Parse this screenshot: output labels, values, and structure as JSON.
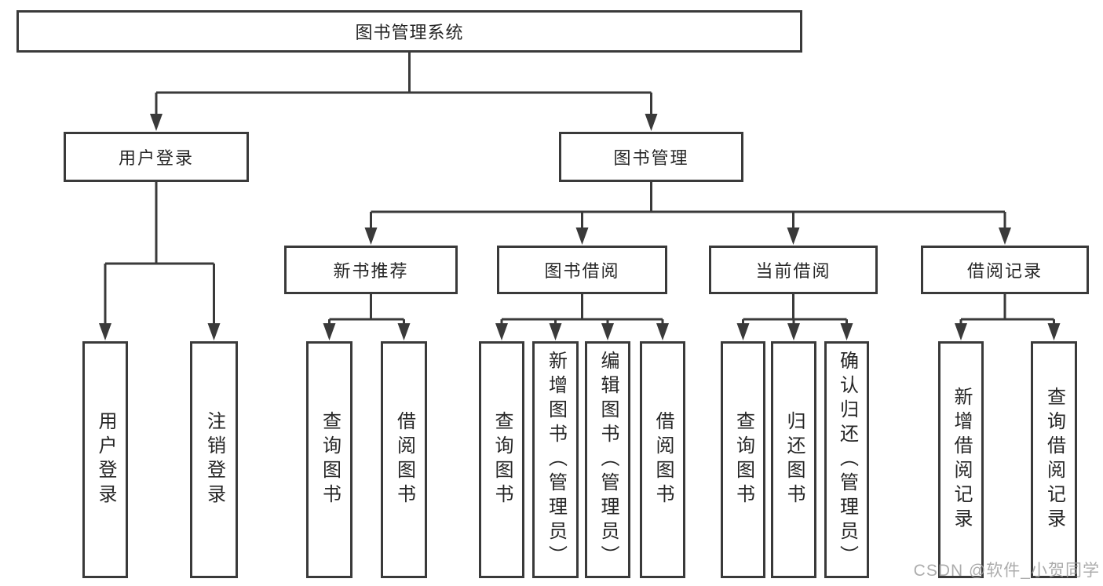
{
  "diagram": {
    "root": {
      "label": "图书管理系统"
    },
    "branches": [
      {
        "label": "用户登录",
        "children": [
          {
            "label": "用户登录"
          },
          {
            "label": "注销登录"
          }
        ]
      },
      {
        "label": "图书管理",
        "children": [
          {
            "label": "新书推荐",
            "children": [
              {
                "label": "查询图书"
              },
              {
                "label": "借阅图书"
              }
            ]
          },
          {
            "label": "图书借阅",
            "children": [
              {
                "label": "查询图书"
              },
              {
                "label": "新增图书（管理员）"
              },
              {
                "label": "编辑图书（管理员）"
              },
              {
                "label": "借阅图书"
              }
            ]
          },
          {
            "label": "当前借阅",
            "children": [
              {
                "label": "查询图书"
              },
              {
                "label": "归还图书"
              },
              {
                "label": "确认归还（管理员）"
              }
            ]
          },
          {
            "label": "借阅记录",
            "children": [
              {
                "label": "新增借阅记录"
              },
              {
                "label": "查询借阅记录"
              }
            ]
          }
        ]
      }
    ]
  },
  "watermark": {
    "text": "CSDN @软件_小贺同学"
  },
  "colors": {
    "line": "#3a3a3a",
    "box_border": "#3a3a3a",
    "text": "#262626",
    "background": "#ffffff",
    "watermark": "#9e9e9e"
  }
}
